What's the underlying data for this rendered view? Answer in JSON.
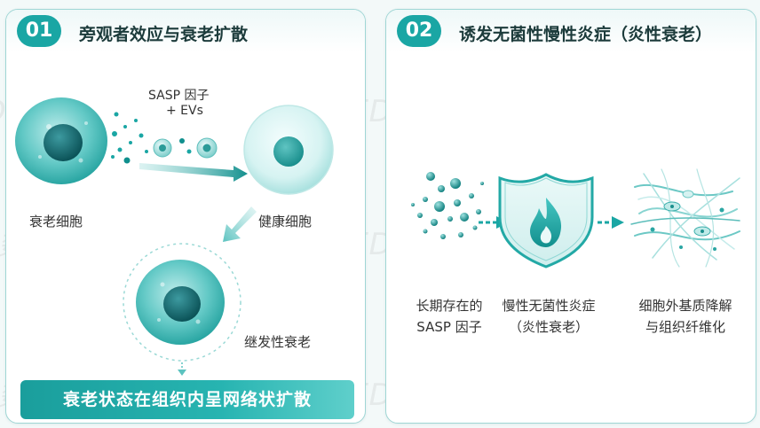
{
  "panel1": {
    "number": "01",
    "title": "旁观者效应与衰老扩散",
    "factor_label_1": "SASP 因子",
    "factor_label_2": "+ EVs",
    "senescent_cell_label": "衰老细胞",
    "healthy_cell_label": "健康细胞",
    "secondary_label": "继发性衰老",
    "banner": "衰老状态在组织内呈网络状扩散"
  },
  "panel2": {
    "number": "02",
    "title": "诱发无菌性慢性炎症（炎性衰老）",
    "step1_line1": "长期存在的",
    "step1_line2": "SASP 因子",
    "step2_line1": "慢性无菌性炎症",
    "step2_line2": "（炎性衰老）",
    "step3_line1": "细胞外基质降解",
    "step3_line2": "与组织纤维化"
  },
  "watermark": "FDL数食主张&FDL数食有料",
  "colors": {
    "teal": "#1aa6a4",
    "teal_dark": "#0f6f70",
    "panel_border": "#9fd6d5"
  }
}
